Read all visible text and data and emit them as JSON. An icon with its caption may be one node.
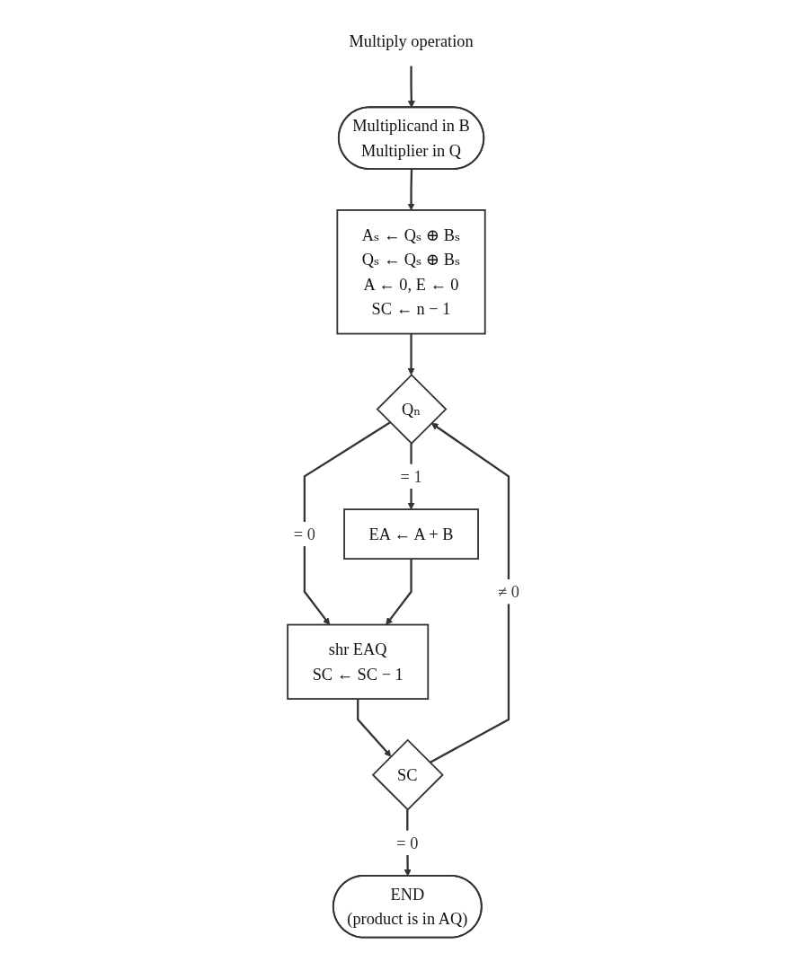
{
  "diagram": {
    "nodes": [
      {
        "text": [
          "Multiply operation"
        ]
      },
      {
        "text": [
          "Multiplicand in B",
          "Multiplier in Q"
        ]
      },
      {
        "text": [
          "Aₛ ← Qₛ ⊕ Bₛ",
          "Qₛ ← Qₛ ⊕ Bₛ",
          "A ← 0, E ← 0",
          "SC ← n − 1"
        ]
      },
      {
        "text": [
          "Qₙ"
        ]
      },
      {
        "text": [
          "EA ← A + B"
        ]
      },
      {
        "text": [
          "shr EAQ",
          "SC ← SC − 1"
        ]
      },
      {
        "text": [
          "SC"
        ]
      },
      {
        "text": [
          "END",
          "(product is in AQ)"
        ]
      }
    ],
    "edges": [
      {
        "from": 0,
        "to": 1,
        "arrow": "to"
      },
      {
        "from": 1,
        "to": 2,
        "arrow": "to"
      },
      {
        "from": 2,
        "to": 3,
        "arrow": "to"
      },
      {
        "from": 3,
        "to": 5,
        "label": "= 0",
        "arrow": "to"
      },
      {
        "from": 3,
        "to": 4,
        "label": "= 1",
        "arrow": "to"
      },
      {
        "from": 4,
        "to": 5,
        "arrow": "to"
      },
      {
        "from": 5,
        "to": 6,
        "arrow": "to"
      },
      {
        "from": 6,
        "to": 3,
        "label": "≠ 0",
        "arrow": "to"
      },
      {
        "from": 6,
        "to": 7,
        "label": "= 0",
        "arrow": "to"
      }
    ]
  }
}
